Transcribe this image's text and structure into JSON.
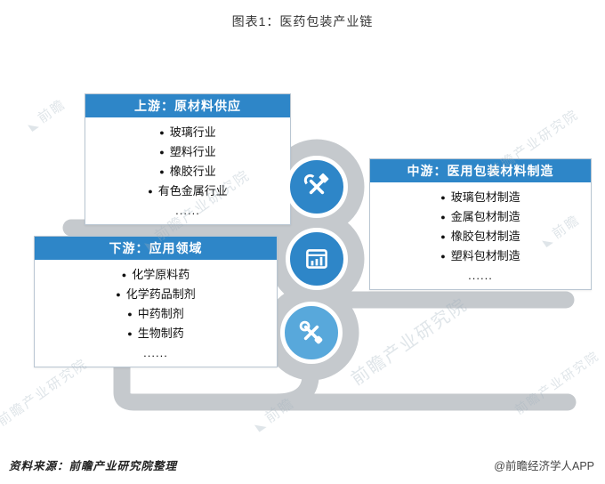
{
  "page": {
    "title": "图表1：医药包装产业链"
  },
  "ui": {
    "bullet": "●"
  },
  "boxes": {
    "upstream": {
      "title": "上游：原材料供应",
      "items": [
        "玻璃行业",
        "塑料行业",
        "橡胶行业",
        "有色金属行业"
      ],
      "more": "......"
    },
    "midstream": {
      "title": "中游：医用包装材料制造",
      "items": [
        "玻璃包材制造",
        "金属包材制造",
        "橡胶包材制造",
        "塑料包材制造"
      ],
      "more": "......"
    },
    "downstream": {
      "title": "下游：应用领域",
      "items": [
        "化学原料药",
        "化学药品制剂",
        "中药制剂",
        "生物制药"
      ],
      "more": "......"
    }
  },
  "nodes": [
    {
      "icon": "hammer-wrench-icon"
    },
    {
      "icon": "factory-chart-icon"
    },
    {
      "icon": "wrench-screwdriver-icon"
    }
  ],
  "watermark": {
    "text": "前瞻产业研究院",
    "short": "前瞻",
    "mark": "◣"
  },
  "footer": {
    "source": "资料来源：前瞻产业研究院整理",
    "credit": "@前瞻经济学人APP"
  },
  "colors": {
    "header_blue": "#2e86c8",
    "node_blue": "#2e86c8",
    "node_light_blue": "#58a8db",
    "pipe_gray": "#c5c9cd"
  }
}
